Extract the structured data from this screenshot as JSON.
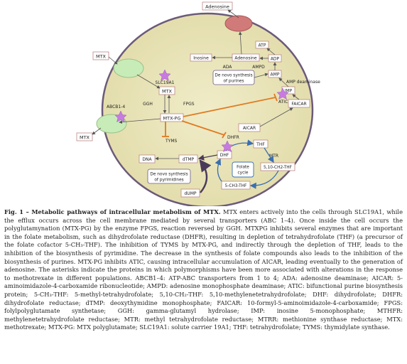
{
  "figure": {
    "labels": {
      "adenosine_out": "Adenosine",
      "atp": "ATP",
      "adp": "ADP",
      "amp": "AMP",
      "inosine": "Inosine",
      "adenosine_in": "Adenosine",
      "ada": "ADA",
      "ampd": "AMPD",
      "purines_line1": "De novo synthesis",
      "purines_line2": "of purines",
      "amp_deaminase": "AMP deaminase",
      "imp": "IMP",
      "atic": "ATIC",
      "faicar": "FAICAR",
      "aicar": "AICAR",
      "mtx_out": "MTX",
      "slc19a1": "SLC19A1",
      "mtx_in": "MTX",
      "ggh": "GGH",
      "fpgs": "FPGS",
      "abcb": "ABCB1-4",
      "mtx_pg": "MTX-PG",
      "mtx_efflux": "MTX",
      "tyms": "TYMS",
      "dhfr": "DHFR",
      "dhf": "DHF",
      "thf": "THF",
      "mtr": "MTR",
      "dna": "DNA",
      "dtmp": "dTMP",
      "folate_line1": "Folate",
      "folate_line2": "cycle",
      "methylene_thf": "5,10-CH2-THF",
      "methyl_thf": "5-CH3-THF",
      "pyr_line1": "De novo synthesis",
      "pyr_line2": "of pyrimidines",
      "dump": "dUMP"
    }
  },
  "caption": {
    "prefix": "Fig. 1 – Metabolic pathways of intracellular metabolism of MTX.",
    "body": " MTX enters actively into the cells through SLC19A1, while the efflux occurs across the cell membrane mediated by several transporters (ABC 1–4). Once inside the cell occurs the polyglutamynation (MTX-PG) by the enzyme FPGS, reaction reversed by GGH. MTXPG inhibits several enzymes that are important in the folate metabolism, such as dihydrofolate reductase (DHFR), resulting in depletion of tetrahydrofolate (THF) (a precursor of the folate cofactor 5-CH₃-THF). The inhibition of TYMS by MTX-PG, and indirectly through the depletion of THF, leads to the inhibition of the biosynthesis of pyrimidine. The decrease in the synthesis of folate compounds also leads to the inhibition of the biosynthesis of purines. MTX-PG inhibits ATIC, causing intracellular accumulation of AICAR, leading eventually to the generation of adenosine. The asterisks indicate the proteins in which polymorphisms have been more associated with alterations in the response to methotrexate in different populations. ABCB1–4: ATP-ABC transporters from 1 to 4; ADA: adenosine deaminase; AICAR: 5-aminoimidazole-4-carboxamide ribonucleotide; AMPD: adenosine monophosphate deaminase; ATIC: bifunctional purine biosynthesis protein; 5-CH₃-THF: 5-methyl-tetrahydrofolate; 5,10-CH₂-THF: 5,10-methylenetetrahydrofolate; DHF: dihydrofolate; DHFR: dihydrofolate reductase; dTMP: deoxythymidine monophosphate; FAICAR: 10-formyl-5-aminoimidazole-4-carboxamide; FPGS: folylpolyglutamate synthetase; GGH: gamma-glutamyl hydrolase; IMP: inosine 5-monophosphate; MTHFR: methylenetetrahydrofolate reductase; MTR: methyl tetrahydrofolate reductase; MTRR: methionine synthase reductase; MTX: methotrexate; MTX-PG: MTX polyglutamate; SLC19A1: solute carrier 19A1; THF: tetrahydrofolate; TYMS: thymidylate synthase."
  }
}
